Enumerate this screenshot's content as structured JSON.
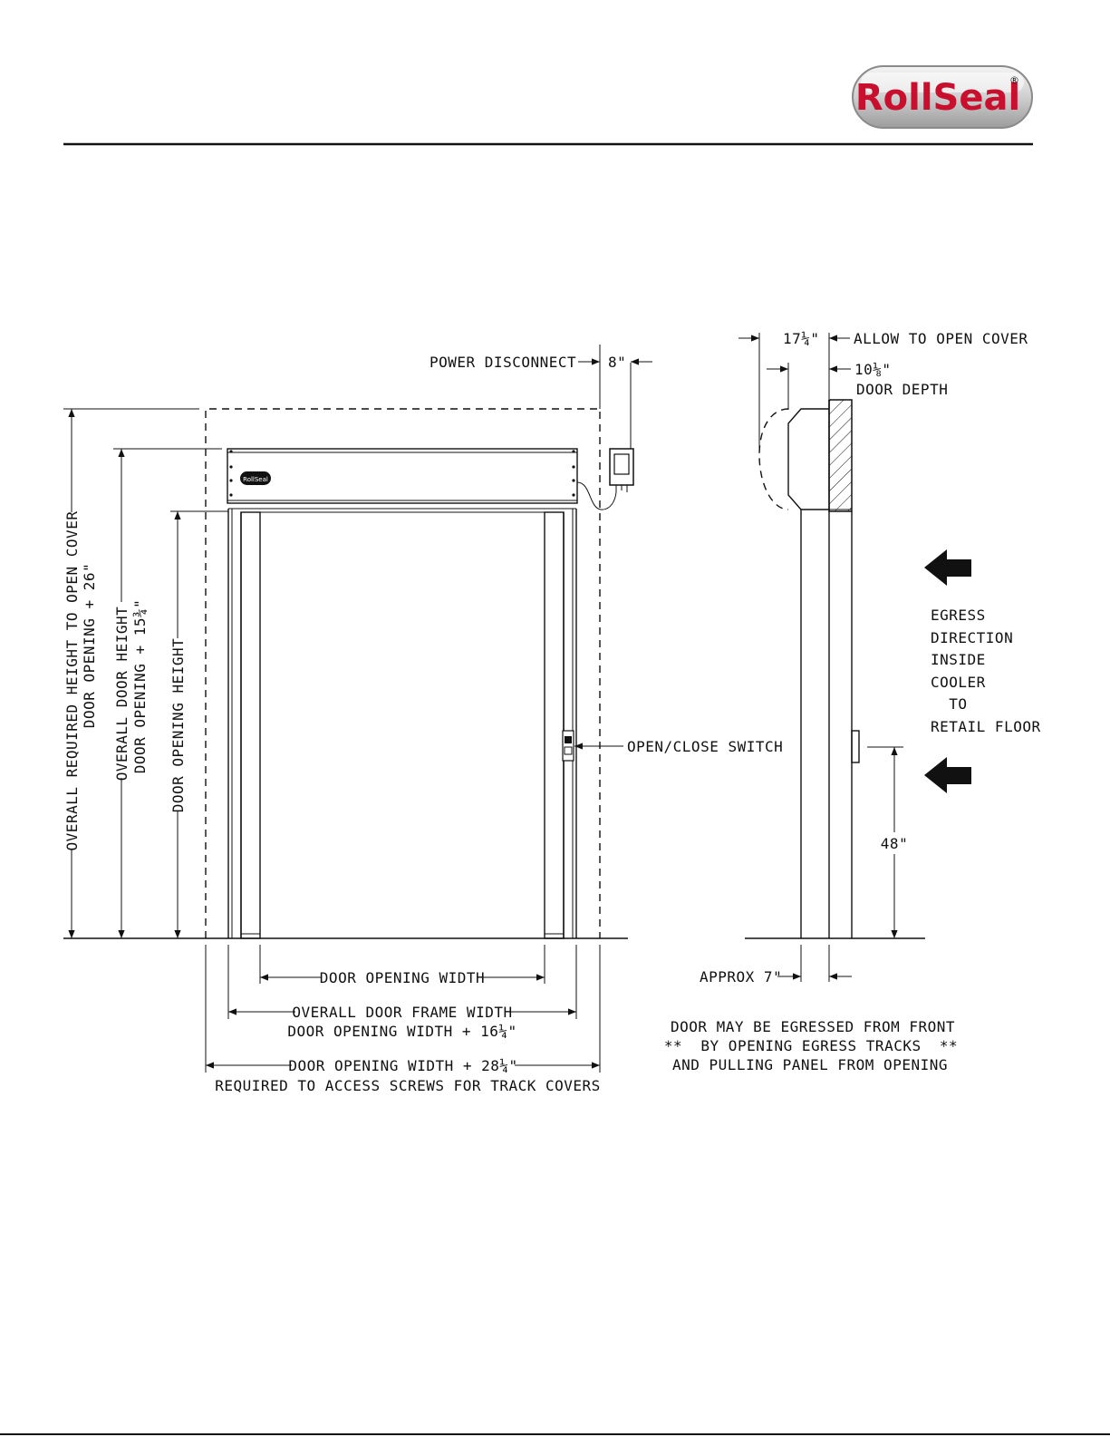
{
  "brand": {
    "logo_text": "RollSeal",
    "registered_mark": "®",
    "small_logo_text": "RollSeal",
    "red": "#c8102e",
    "silver": "#d4d4d4"
  },
  "front_view": {
    "power_disconnect": "POWER DISCONNECT",
    "power_dim": "8\"",
    "open_close_switch": "OPEN/CLOSE SWITCH",
    "overall_required_height_1": "OVERALL REQUIRED HEIGHT TO OPEN COVER",
    "overall_required_height_2": "DOOR OPENING + 26\"",
    "overall_door_height_1": "OVERALL DOOR HEIGHT",
    "overall_door_height_2": "DOOR OPENING + 15¾\"",
    "door_opening_height": "DOOR OPENING HEIGHT",
    "door_opening_width": "DOOR OPENING WIDTH",
    "overall_frame_width_1": "OVERALL DOOR FRAME WIDTH",
    "overall_frame_width_2": "DOOR OPENING WIDTH + 16¼\"",
    "access_width_1": "DOOR OPENING WIDTH + 28¼\"",
    "access_width_2": "REQUIRED TO ACCESS SCREWS FOR TRACK COVERS"
  },
  "side_view": {
    "allow_dim": "17¼\"",
    "allow_label": "ALLOW TO OPEN COVER",
    "depth_dim": "10⅛\"",
    "depth_label": "DOOR DEPTH",
    "egress_lines": [
      "EGRESS",
      "DIRECTION",
      "INSIDE",
      "COOLER",
      "  TO",
      "RETAIL FLOOR"
    ],
    "switch_height": "48\"",
    "approx": "APPROX 7\"",
    "note_1": "DOOR MAY BE EGRESSED FROM FRONT",
    "note_2": "**  BY OPENING EGRESS TRACKS  **",
    "note_3": "AND PULLING PANEL FROM OPENING"
  }
}
